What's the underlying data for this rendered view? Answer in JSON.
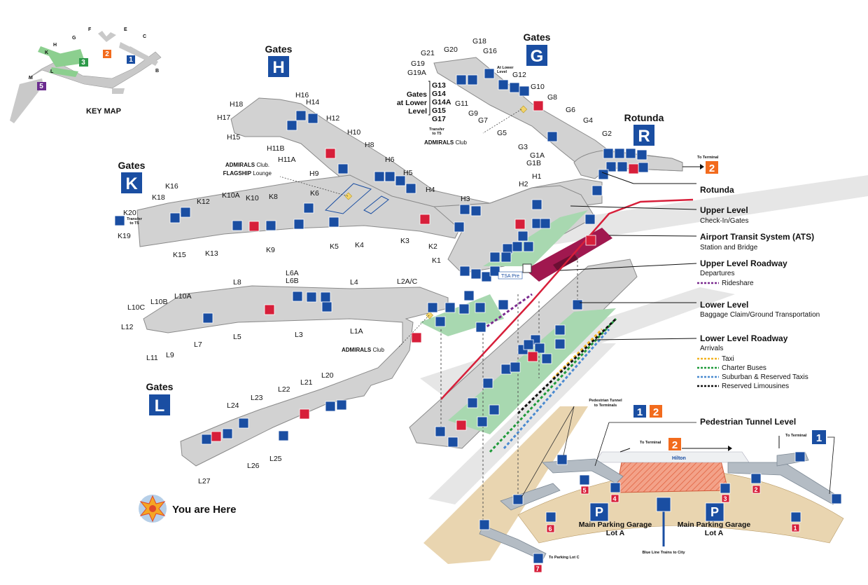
{
  "key_map": {
    "title": "KEY MAP",
    "concourse_letters": [
      "H",
      "G",
      "F",
      "E",
      "C",
      "B",
      "K",
      "L",
      "M"
    ],
    "terminal_numbers": [
      "1",
      "2",
      "3",
      "5"
    ]
  },
  "concourses": {
    "h": {
      "prefix": "Gates",
      "letter": "H"
    },
    "g": {
      "prefix": "Gates",
      "letter": "G"
    },
    "k": {
      "prefix": "Gates",
      "letter": "K"
    },
    "l": {
      "prefix": "Gates",
      "letter": "L"
    },
    "r": {
      "prefix": "Rotunda",
      "letter": "R"
    }
  },
  "gate_labels": {
    "h": [
      "H18",
      "H16",
      "H14",
      "H17",
      "H12",
      "H15",
      "H10",
      "H11B",
      "H8",
      "H11A",
      "H6",
      "H9",
      "H5",
      "H4",
      "H3",
      "H2",
      "H1"
    ],
    "g": [
      "G18",
      "G20",
      "G16",
      "G21",
      "G19",
      "G19A",
      "G12",
      "G10",
      "G8",
      "G11",
      "G6",
      "G9",
      "G7",
      "G4",
      "G5",
      "G2",
      "G3",
      "G1A",
      "G1B"
    ],
    "k": [
      "K16",
      "K18",
      "K12",
      "K10A",
      "K10",
      "K8",
      "K6",
      "K20",
      "K19",
      "K15",
      "K13",
      "K9",
      "K5",
      "K4",
      "K3",
      "K2",
      "K1"
    ],
    "l": [
      "L8",
      "L6A",
      "L6B",
      "L4",
      "L2A/C",
      "L10A",
      "L10B",
      "L10C",
      "L12",
      "L7",
      "L5",
      "L3",
      "L1A",
      "L11",
      "L9",
      "L20",
      "L21",
      "L22",
      "L23",
      "L24",
      "L25",
      "L26",
      "L27"
    ]
  },
  "annotations": {
    "g_lower_note": [
      "Gates",
      "at Lower",
      "Level"
    ],
    "g_lower_gates": [
      "G13",
      "G14",
      "G14A",
      "G15",
      "G17"
    ],
    "at_lower_level": [
      "At Lower",
      "Level"
    ],
    "transfer_t5_g": [
      "Transfer",
      "to T5"
    ],
    "transfer_t5_k": [
      "Transfer",
      "to T5"
    ],
    "admirals_g": [
      "ADMIRALS",
      "Club"
    ],
    "admirals_k": [
      "ADMIRALS",
      "Club."
    ],
    "flagship_k": [
      "FLAGSHIP",
      "Lounge"
    ],
    "admirals_l": [
      "ADMIRALS",
      "Club"
    ],
    "tsa_pre": "TSA Pre",
    "to_terminal_2_top": "To Terminal",
    "to_terminal_2_top_num": "2",
    "ped_tunnel_t12": [
      "Pedestrian Tunnel",
      "to Terminals"
    ],
    "ped_tunnel_t12_nums": [
      "1",
      "2"
    ],
    "to_terminal_2_bottom": "To Terminal",
    "to_terminal_2_bottom_num": "2",
    "to_terminal_1": "To Terminal",
    "to_terminal_1_num": "1",
    "hilton": "Hilton",
    "parking_p": "P",
    "main_garage_left": [
      "Main Parking Garage",
      "Lot A"
    ],
    "main_garage_right": [
      "Main Parking Garage",
      "Lot A"
    ],
    "blue_line": "Blue Line Trains to City",
    "to_parking_lot_c": "To Parking Lot C",
    "elevator_numbers": [
      "1",
      "2",
      "3",
      "4",
      "5",
      "6",
      "7"
    ],
    "you_are_here": "You are Here"
  },
  "legend": [
    {
      "title": "Rotunda",
      "sub": ""
    },
    {
      "title": "Upper Level",
      "sub": "Check-In/Gates"
    },
    {
      "title": "Airport Transit System (ATS)",
      "sub": "Station and Bridge"
    },
    {
      "title": "Upper Level Roadway",
      "sub": "Departures",
      "items": [
        {
          "label": "Rideshare",
          "color": "#7b2a8f"
        }
      ]
    },
    {
      "title": "Lower Level",
      "sub": "Baggage Claim/Ground Transportation"
    },
    {
      "title": "Lower Level Roadway",
      "sub": "Arrivals",
      "items": [
        {
          "label": "Taxi",
          "color": "#f2b320"
        },
        {
          "label": "Charter Buses",
          "color": "#1f9a3a"
        },
        {
          "label": "Suburban & Reserved Taxis",
          "color": "#4a8ad0"
        },
        {
          "label": "Reserved Limousines",
          "color": "#111111"
        }
      ]
    },
    {
      "title": "Pedestrian Tunnel Level",
      "sub": ""
    }
  ],
  "colors": {
    "concourse": "#d2d2d2",
    "concourse_edge": "#8a8a8a",
    "brand_blue": "#1a4ea2",
    "terminal_orange": "#f26b1d",
    "terminal_green": "#2e9a4a",
    "terminal_purple": "#6b2c8f",
    "amenity_red": "#d71f3a",
    "ats_maroon": "#a0184f",
    "lower_green": "#a8d8b0",
    "parking_tan": "#e9d5b0",
    "garage_salmon": "#f3a289"
  }
}
